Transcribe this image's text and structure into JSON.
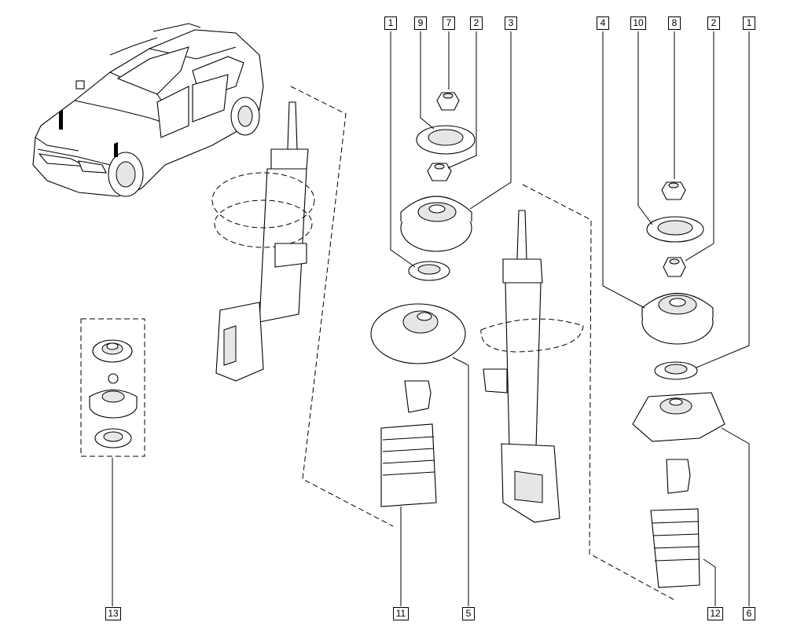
{
  "diagram": {
    "callouts": {
      "c1a": "1",
      "c9": "9",
      "c7": "7",
      "c2a": "2",
      "c3": "3",
      "c4": "4",
      "c10": "10",
      "c8": "8",
      "c2b": "2",
      "c1b": "1",
      "c13": "13",
      "c11": "11",
      "c5": "5",
      "c12": "12",
      "c6": "6"
    },
    "colors": {
      "line": "#000000",
      "part_fill": "#ffffff",
      "shade": "#e6e6e6"
    }
  }
}
